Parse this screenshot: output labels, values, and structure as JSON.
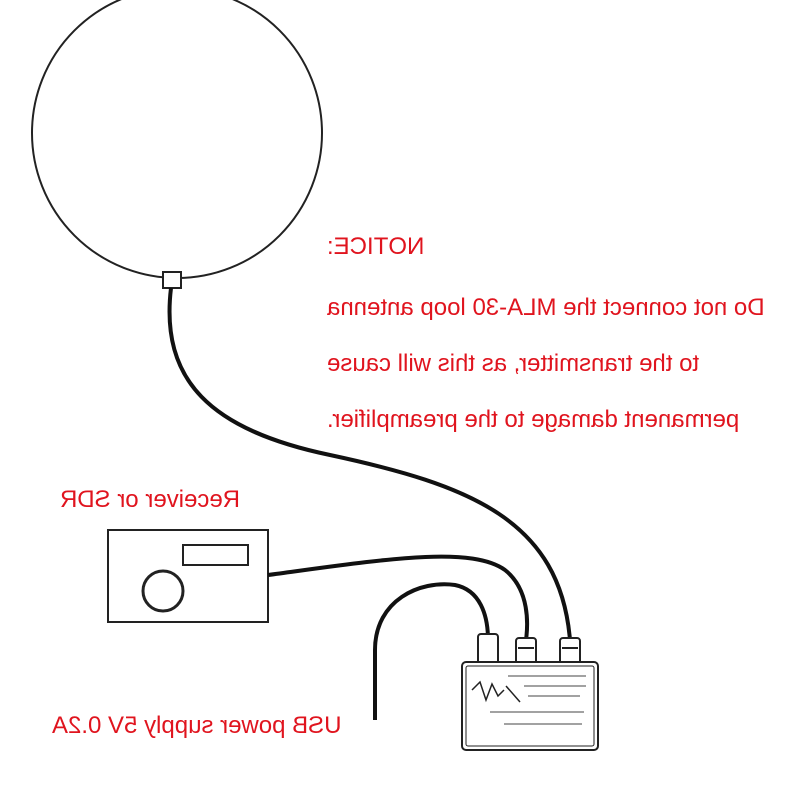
{
  "notice": {
    "title": "NOTICE:",
    "line1": "Do not connect the MLA-30 loop antenna",
    "line2": "to the transmitter, as this will cause",
    "line3": "permanent damage to the preamplifier."
  },
  "labels": {
    "receiver": "Receiver or SDR",
    "usb_power": "USB power supply 5V 0.2A"
  },
  "colors": {
    "text": "#e0141e",
    "lines": "#111111",
    "background": "#ffffff"
  },
  "components": {
    "antenna": "loop-antenna",
    "receiver": "receiver-box",
    "controller": "preamp-controller-box",
    "usb_cable": "usb-cable"
  }
}
